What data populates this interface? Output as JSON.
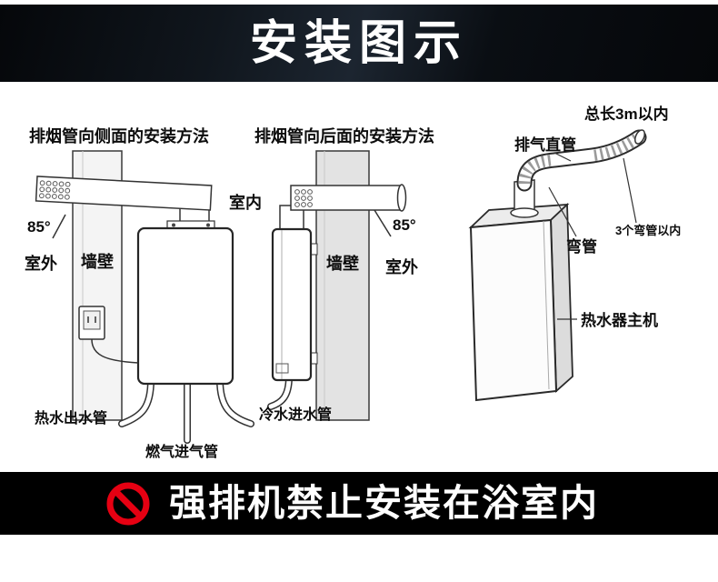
{
  "banner": {
    "title": "安装图示"
  },
  "sections": {
    "left": {
      "title": "排烟管向侧面的安装方法",
      "angle_label": "85°",
      "outdoor_label": "室外",
      "wall_label": "墙壁",
      "hot_water_pipe_label": "热水出水管",
      "gas_pipe_label": "燃气进气管"
    },
    "middle": {
      "title": "排烟管向后面的安装方法",
      "indoor_label": "室内",
      "wall_label": "墙壁",
      "outdoor_label": "室外",
      "angle_label": "85°",
      "cold_water_pipe_label": "冷水进水管"
    },
    "right": {
      "total_length_label": "总长3m以内",
      "straight_pipe_label": "排气直管",
      "bend_limit_label": "3个弯管以内",
      "elbow_label": "弯管",
      "main_unit_label": "热水器主机"
    }
  },
  "warning": {
    "icon": "prohibition-icon",
    "text": "强排机禁止安装在浴室内"
  },
  "colors": {
    "banner_bg": "#0c1117",
    "warning_bg": "#000000",
    "prohibition_red": "#e60012",
    "wall_fill_left": "#f4f4f4",
    "wall_fill_middle": "#e3e3e3"
  }
}
